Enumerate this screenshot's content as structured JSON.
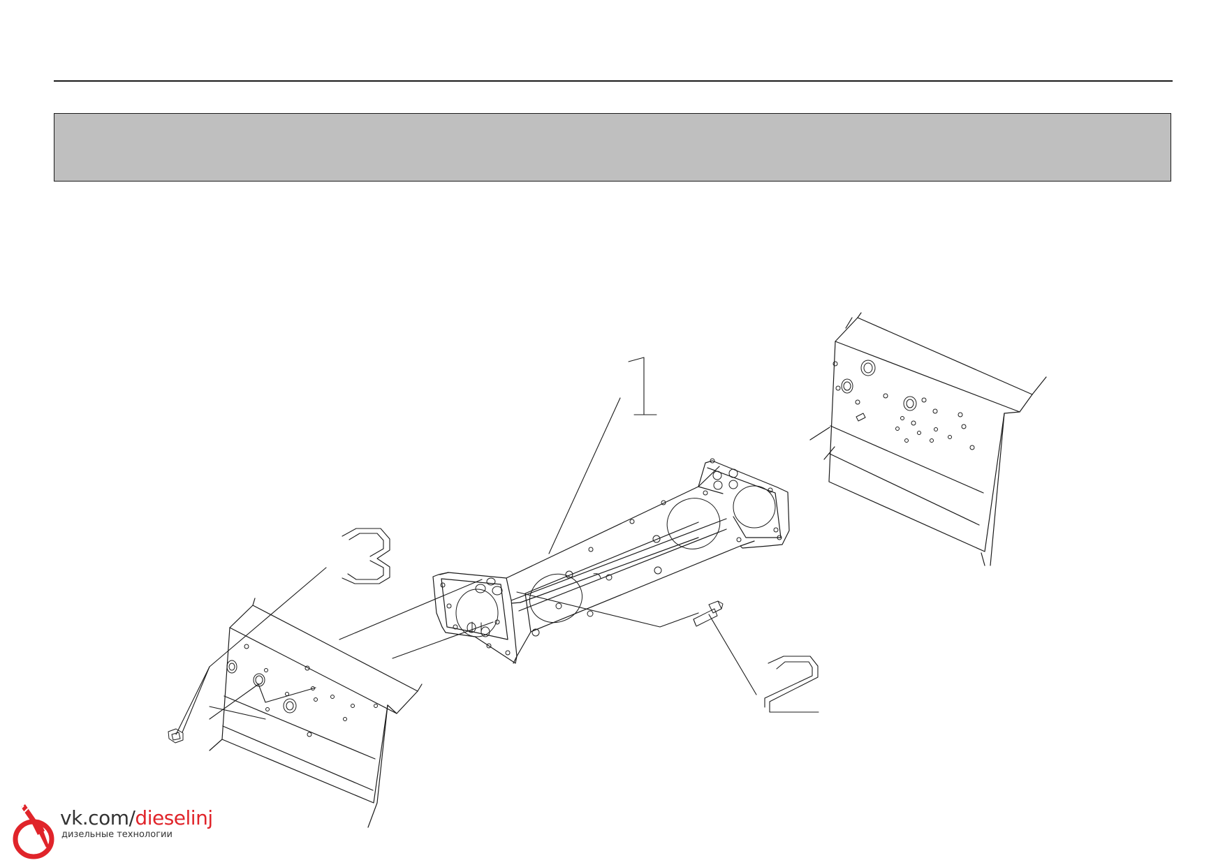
{
  "callouts": [
    "1",
    "2",
    "3"
  ],
  "watermark": {
    "host": "vk.com/",
    "user": "dieselinj",
    "subtitle": "дизельные технологии"
  },
  "colors": {
    "line": "#1a1a1a",
    "band": "#bfbfbf",
    "brand_red": "#e0242a",
    "brand_gray": "#333333"
  }
}
